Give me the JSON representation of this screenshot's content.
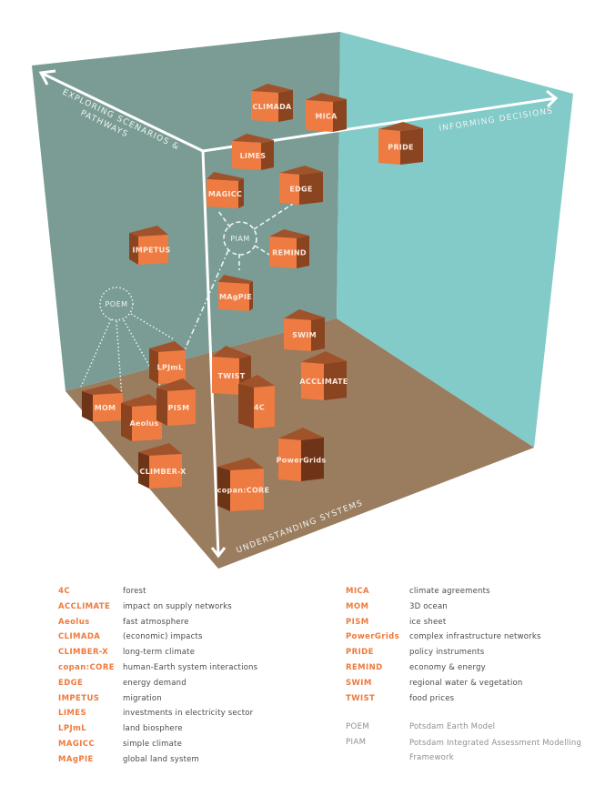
{
  "diagram": {
    "axes": {
      "exploring": "EXPLORING SCENARIOS &",
      "exploring_line2": "PATHWAYS",
      "informing": "INFORMING DECISIONS",
      "understanding": "UNDERSTANDING SYSTEMS"
    },
    "colors": {
      "left_wall": "#7a9c94",
      "right_wall": "#82cbc9",
      "floor": "#9a7c5f",
      "cube_front": "#ee7b42",
      "cube_top": "#a0532b",
      "cube_side": "#8a4420",
      "cube_side_dark": "#6e3418",
      "axis": "#ffffff",
      "model_key": "#ee7a3c",
      "framework_key": "#8e8e8e"
    },
    "hubs": [
      {
        "id": "PIAM",
        "label": "PIAM",
        "style": "dashed",
        "members": [
          "MAGICC",
          "EDGE",
          "REMIND",
          "MAgPIE",
          "LPJmL"
        ]
      },
      {
        "id": "POEM",
        "label": "POEM",
        "style": "dotted",
        "members": [
          "MOM",
          "Aeolus",
          "PISM",
          "LPJmL"
        ]
      }
    ],
    "cubes": [
      {
        "label": "CLIMADA"
      },
      {
        "label": "MICA"
      },
      {
        "label": "PRIDE"
      },
      {
        "label": "LIMES"
      },
      {
        "label": "MAGICC"
      },
      {
        "label": "EDGE"
      },
      {
        "label": "REMIND"
      },
      {
        "label": "IMPETUS"
      },
      {
        "label": "MAgPIE"
      },
      {
        "label": "SWIM"
      },
      {
        "label": "LPJmL"
      },
      {
        "label": "TWIST"
      },
      {
        "label": "ACCLIMATE"
      },
      {
        "label": "MOM"
      },
      {
        "label": "Aeolus"
      },
      {
        "label": "PISM"
      },
      {
        "label": "4C"
      },
      {
        "label": "CLIMBER-X"
      },
      {
        "label": "PowerGrids"
      },
      {
        "label": "copan:CORE"
      }
    ]
  },
  "legend": {
    "left": [
      {
        "key": "4C",
        "desc": "forest"
      },
      {
        "key": "ACCLIMATE",
        "desc": "impact on supply networks"
      },
      {
        "key": "Aeolus",
        "desc": "fast atmosphere"
      },
      {
        "key": "CLIMADA",
        "desc": "(economic) impacts"
      },
      {
        "key": "CLIMBER-X",
        "desc": "long-term climate"
      },
      {
        "key": "copan:CORE",
        "desc": "human-Earth system interactions"
      },
      {
        "key": "EDGE",
        "desc": "energy demand"
      },
      {
        "key": "IMPETUS",
        "desc": "migration"
      },
      {
        "key": "LIMES",
        "desc": "investments in electricity sector"
      },
      {
        "key": "LPJmL",
        "desc": "land biosphere"
      },
      {
        "key": "MAGICC",
        "desc": "simple climate"
      },
      {
        "key": "MAgPIE",
        "desc": "global land system"
      }
    ],
    "right": [
      {
        "key": "MICA",
        "desc": "climate agreements"
      },
      {
        "key": "MOM",
        "desc": "3D ocean"
      },
      {
        "key": "PISM",
        "desc": "ice sheet"
      },
      {
        "key": "PowerGrids",
        "desc": "complex infrastructure networks"
      },
      {
        "key": "PRIDE",
        "desc": "policy instruments"
      },
      {
        "key": "REMIND",
        "desc": "economy & energy"
      },
      {
        "key": "SWIM",
        "desc": "regional water & vegetation"
      },
      {
        "key": "TWIST",
        "desc": "food prices"
      }
    ],
    "frameworks": [
      {
        "key": "POEM",
        "desc": "Potsdam Earth Model"
      },
      {
        "key": "PIAM",
        "desc": "Potsdam Integrated Assessment Modelling Framework"
      }
    ]
  }
}
